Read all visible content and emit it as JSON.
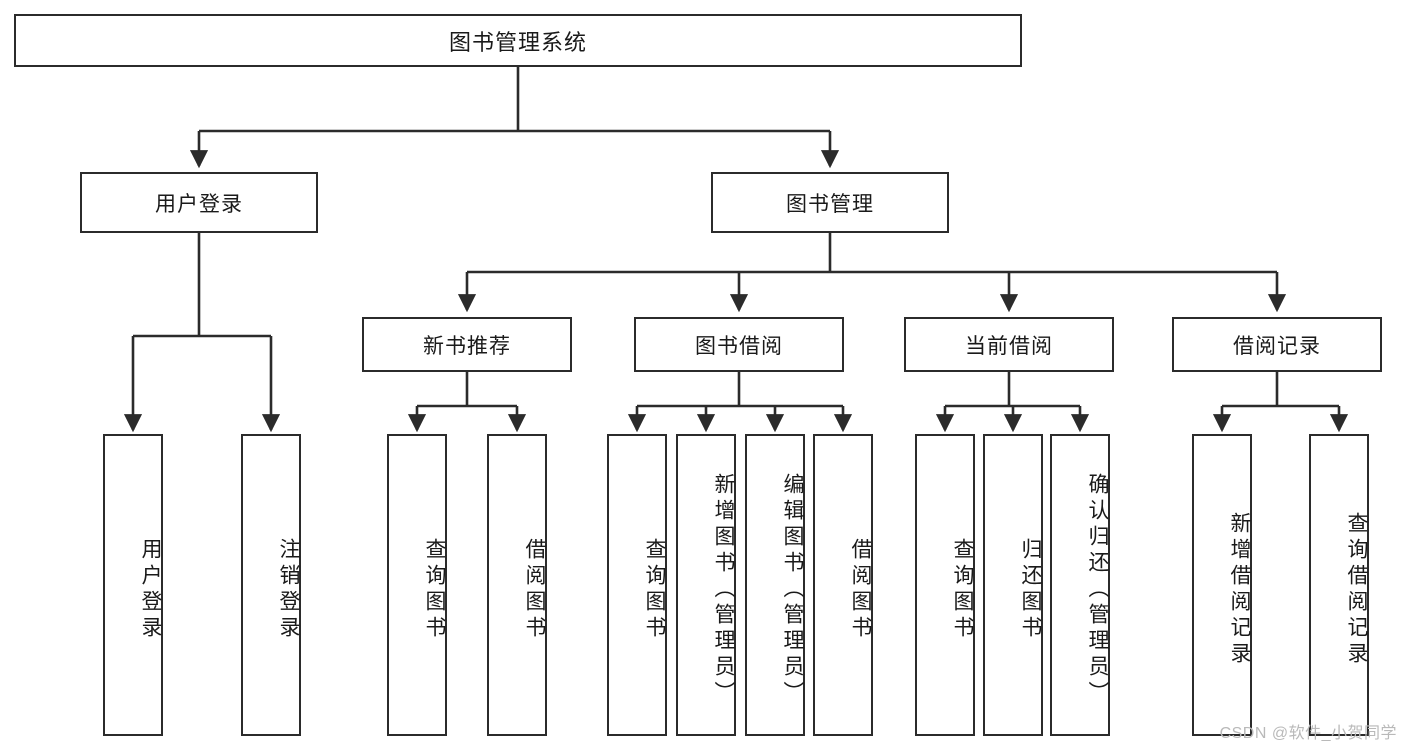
{
  "diagram": {
    "title": "图书管理系统",
    "type": "hierarchy-tree",
    "style": {
      "box_border": "#2b2b2b",
      "box_fill": "#ffffff",
      "line": "#2b2b2b",
      "text": "#1a1a1a"
    },
    "root": {
      "label": "图书管理系统"
    },
    "level2": [
      {
        "label": "用户登录"
      },
      {
        "label": "图书管理"
      }
    ],
    "level3": [
      {
        "label": "新书推荐"
      },
      {
        "label": "图书借阅"
      },
      {
        "label": "当前借阅"
      },
      {
        "label": "借阅记录"
      }
    ],
    "leaves": {
      "user_login": [
        {
          "label": "用户登录"
        },
        {
          "label": "注销登录"
        }
      ],
      "new_book_recommend": [
        {
          "label": "查询图书"
        },
        {
          "label": "借阅图书"
        }
      ],
      "book_borrow": [
        {
          "label": "查询图书"
        },
        {
          "label": "新增图书（管理员）"
        },
        {
          "label": "编辑图书（管理员）"
        },
        {
          "label": "借阅图书"
        }
      ],
      "current_borrow": [
        {
          "label": "查询图书"
        },
        {
          "label": "归还图书"
        },
        {
          "label": "确认归还（管理员）"
        }
      ],
      "borrow_record": [
        {
          "label": "新增借阅记录"
        },
        {
          "label": "查询借阅记录"
        }
      ]
    }
  },
  "watermark": {
    "text": "CSDN @软件_小贺同学"
  }
}
